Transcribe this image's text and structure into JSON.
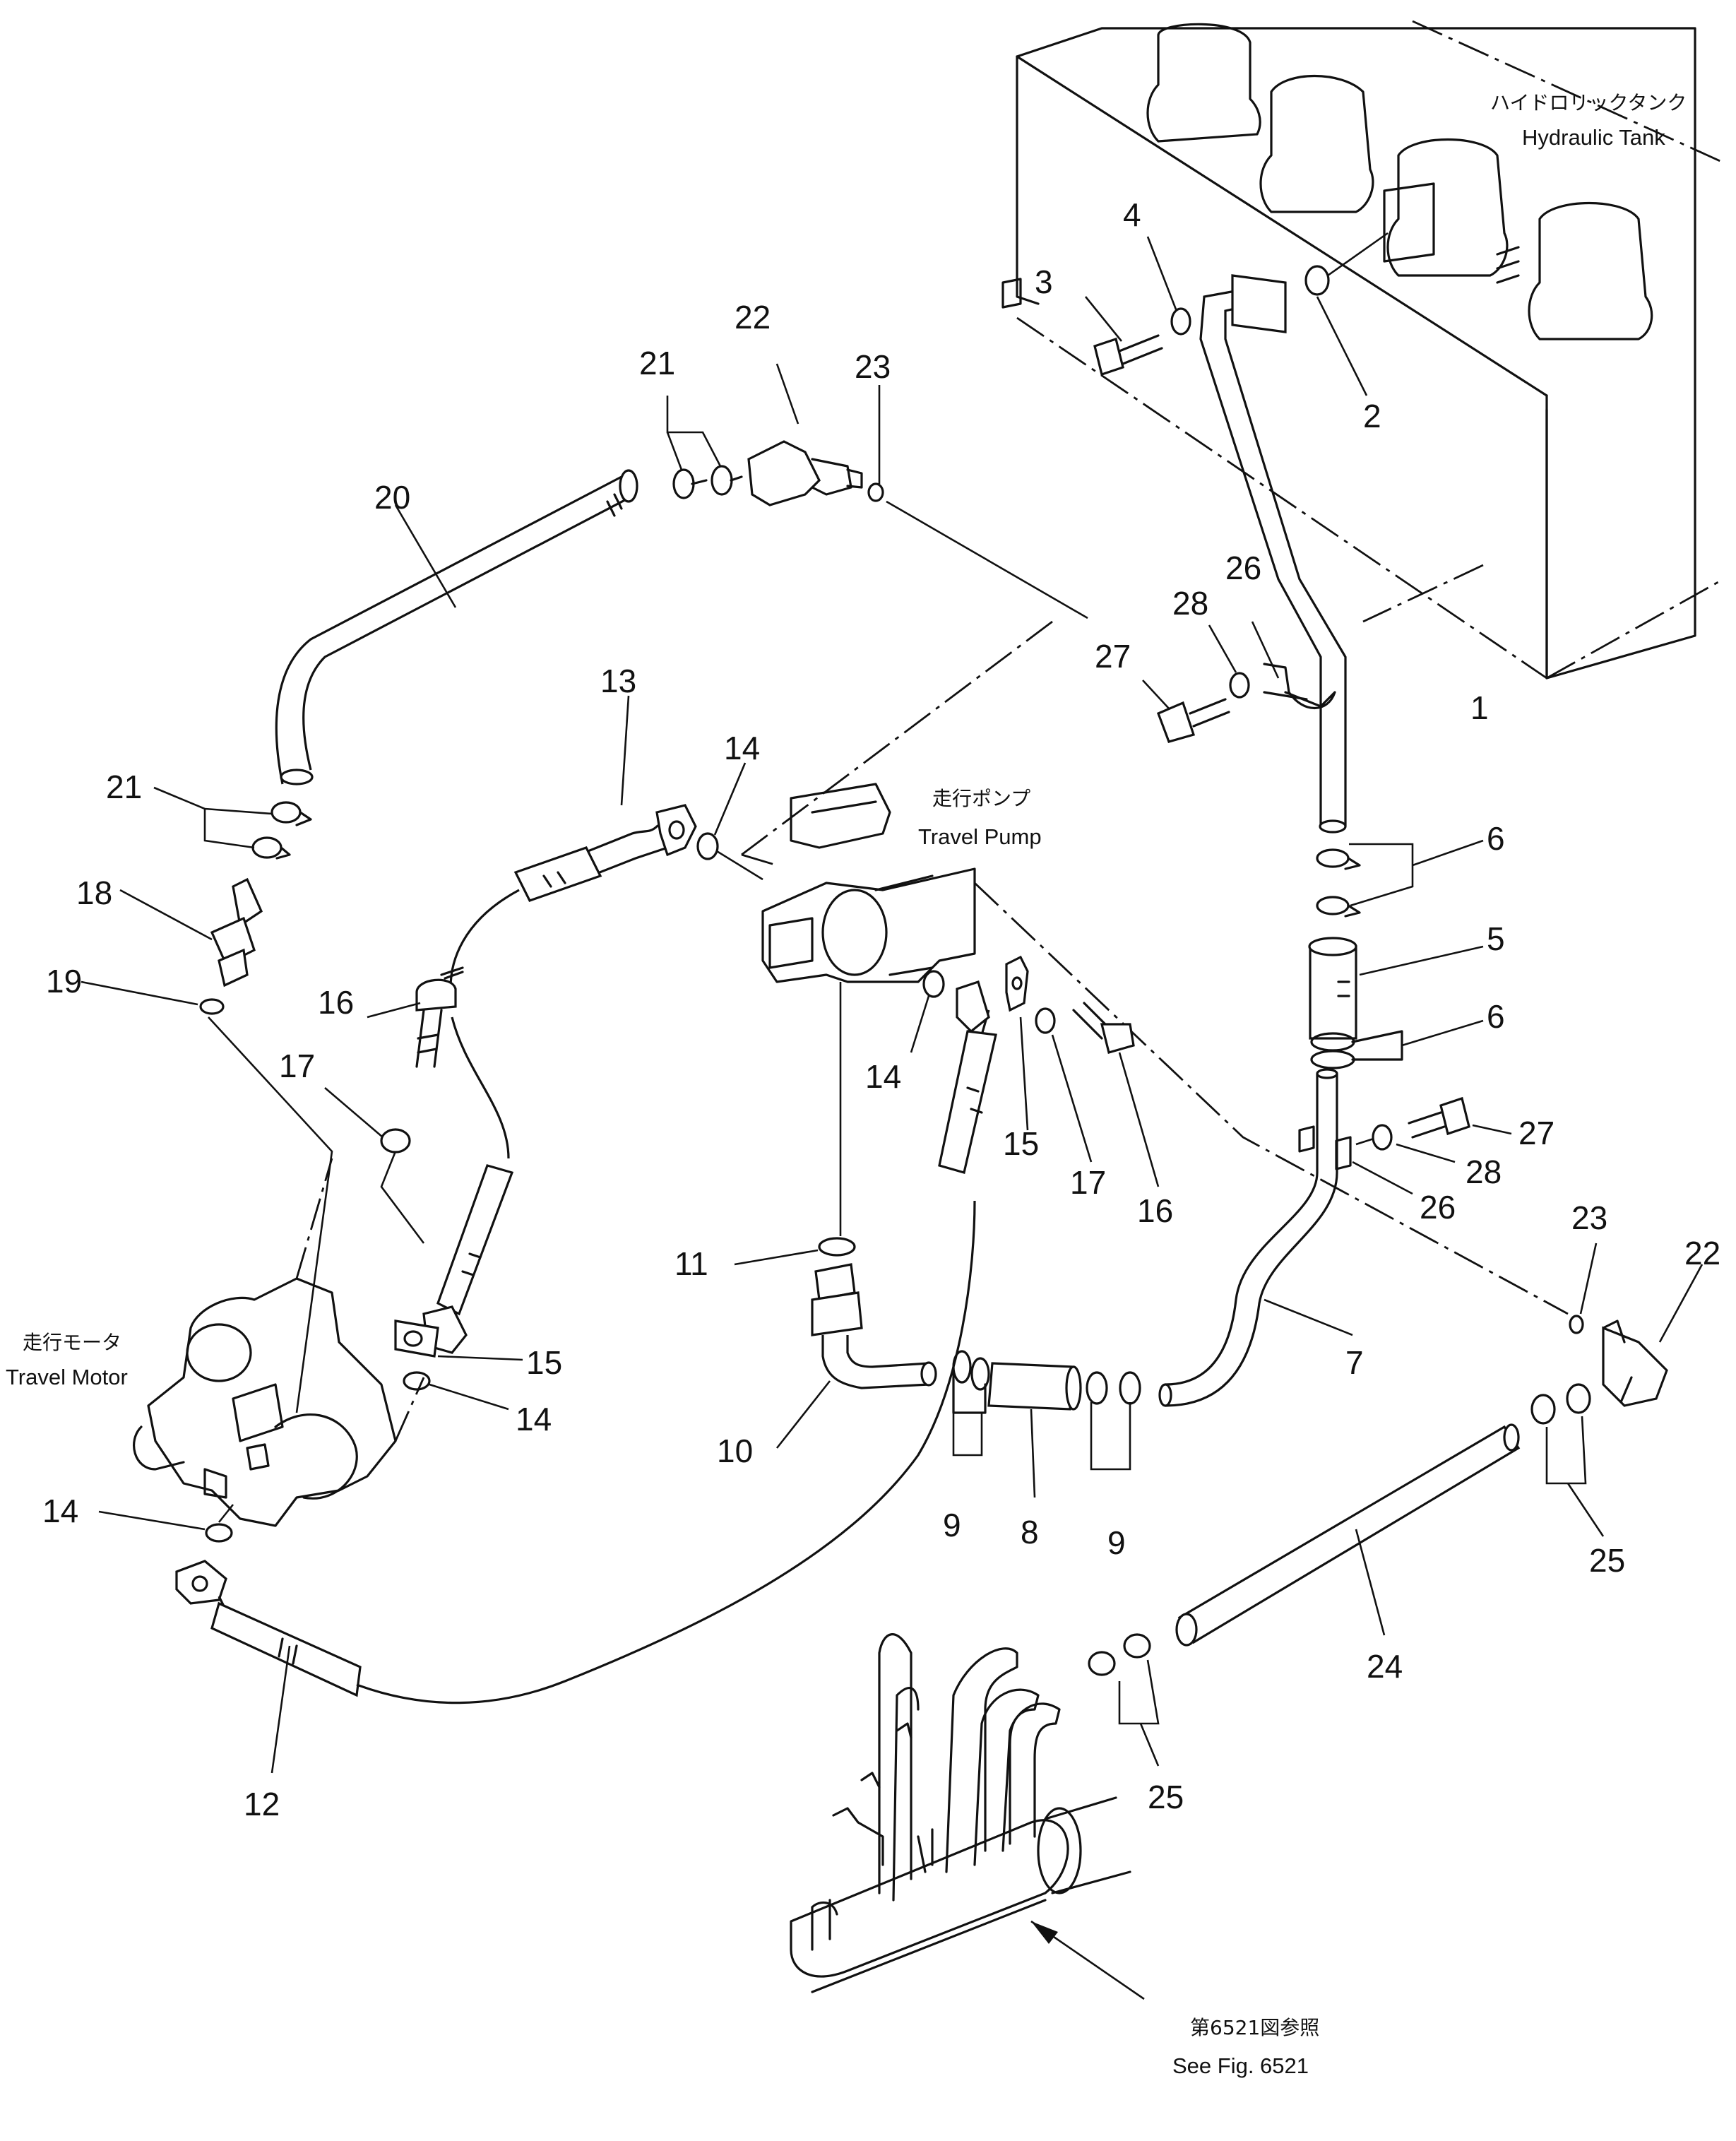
{
  "callouts": [
    {
      "id": "c1",
      "text": "1"
    },
    {
      "id": "c2",
      "text": "2"
    },
    {
      "id": "c3",
      "text": "3"
    },
    {
      "id": "c4",
      "text": "4"
    },
    {
      "id": "c5",
      "text": "5"
    },
    {
      "id": "c6a",
      "text": "6"
    },
    {
      "id": "c6b",
      "text": "6"
    },
    {
      "id": "c7",
      "text": "7"
    },
    {
      "id": "c8",
      "text": "8"
    },
    {
      "id": "c9a",
      "text": "9"
    },
    {
      "id": "c9b",
      "text": "9"
    },
    {
      "id": "c10",
      "text": "10"
    },
    {
      "id": "c11",
      "text": "11"
    },
    {
      "id": "c12",
      "text": "12"
    },
    {
      "id": "c13",
      "text": "13"
    },
    {
      "id": "c14a",
      "text": "14"
    },
    {
      "id": "c14b",
      "text": "14"
    },
    {
      "id": "c14c",
      "text": "14"
    },
    {
      "id": "c14d",
      "text": "14"
    },
    {
      "id": "c15a",
      "text": "15"
    },
    {
      "id": "c15b",
      "text": "15"
    },
    {
      "id": "c16a",
      "text": "16"
    },
    {
      "id": "c16b",
      "text": "16"
    },
    {
      "id": "c17a",
      "text": "17"
    },
    {
      "id": "c17b",
      "text": "17"
    },
    {
      "id": "c18",
      "text": "18"
    },
    {
      "id": "c19",
      "text": "19"
    },
    {
      "id": "c20",
      "text": "20"
    },
    {
      "id": "c21a",
      "text": "21"
    },
    {
      "id": "c21b",
      "text": "21"
    },
    {
      "id": "c22a",
      "text": "22"
    },
    {
      "id": "c22b",
      "text": "22"
    },
    {
      "id": "c23a",
      "text": "23"
    },
    {
      "id": "c23b",
      "text": "23"
    },
    {
      "id": "c24",
      "text": "24"
    },
    {
      "id": "c25a",
      "text": "25"
    },
    {
      "id": "c25b",
      "text": "25"
    },
    {
      "id": "c26a",
      "text": "26"
    },
    {
      "id": "c26b",
      "text": "26"
    },
    {
      "id": "c27a",
      "text": "27"
    },
    {
      "id": "c27b",
      "text": "27"
    },
    {
      "id": "c28a",
      "text": "28"
    },
    {
      "id": "c28b",
      "text": "28"
    }
  ],
  "notes": {
    "hydraulic_tank_jp": "ハイドロリックタンク",
    "hydraulic_tank_en": "Hydraulic Tank",
    "travel_pump_jp": "走行ポンプ",
    "travel_pump_en": "Travel Pump",
    "travel_motor_jp": "走行モータ",
    "travel_motor_en": "Travel Motor",
    "see_fig_jp": "第6521図参照",
    "see_fig_en": "See Fig. 6521"
  }
}
